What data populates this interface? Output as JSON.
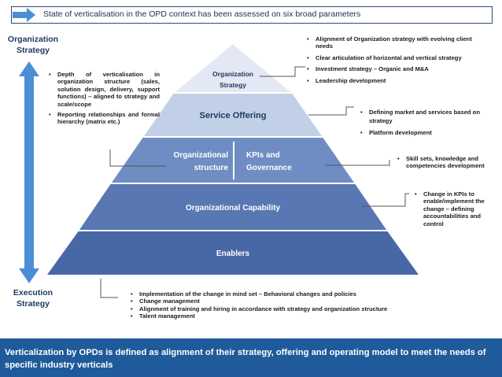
{
  "header": {
    "text": "State of verticalisation in the OPD context has been assessed on six broad parameters",
    "arrow_color": "#4a8fd6"
  },
  "side_labels": {
    "top": [
      "Organization",
      "Strategy"
    ],
    "bottom": [
      "Execution",
      "Strategy"
    ]
  },
  "pyramid": {
    "colors": {
      "strategy": "#e3e8f3",
      "offering": "#c2d0e7",
      "structure": "#6f8dc2",
      "capability": "#5877b3",
      "enablers": "#4868a5"
    },
    "levels": {
      "strategy": [
        "Organization",
        "Strategy"
      ],
      "offering": "Service Offering",
      "structure_left": [
        "Organizational",
        "structure"
      ],
      "structure_right": [
        "KPIs and",
        "Governance"
      ],
      "capability": "Organizational Capability",
      "enablers": "Enablers"
    }
  },
  "callouts": {
    "left_structure": [
      "Depth of verticalisation in organization structure (sales, solution design, delivery, support functions) – aligned to strategy and scale/scope",
      "Reporting relationships and formal hierarchy (matrix etc.)"
    ],
    "top_right": [
      "Alignment of Organization  strategy with evolving client needs",
      "Clear articulation of horizontal and vertical strategy",
      "Investment strategy – Organic and  M&A",
      "Leadership development"
    ],
    "offering_right": [
      "Defining market and services based on strategy",
      "Platform development"
    ],
    "kpi_right": [
      "Skill sets, knowledge and competencies development"
    ],
    "capability_right": [
      "Change in KPIs to enable/implement the change – defining accountabilities and control"
    ],
    "bottom": [
      "Implementation of the change in mind set – Behavioral changes and policies",
      "Change management",
      "Alignment of training and hiring in accordance with strategy and organization structure",
      "Talent management"
    ]
  },
  "footer": {
    "text": "Verticalization by OPDs is defined as alignment of their strategy, offering and operating model to meet the needs of specific industry verticals",
    "color": "#1f5b9a"
  }
}
